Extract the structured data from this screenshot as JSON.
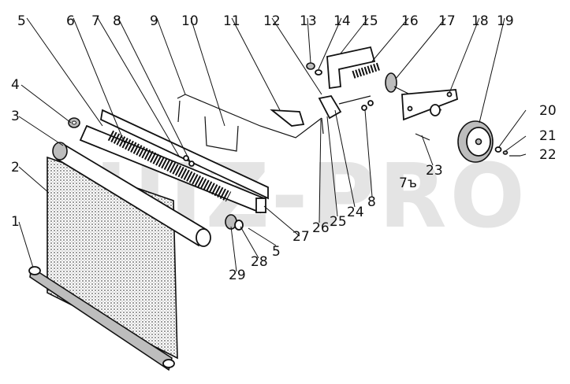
{
  "watermark": "UIZ-PRO",
  "callouts": {
    "c1": "1",
    "c2": "2",
    "c3": "3",
    "c4": "4",
    "c5a": "5",
    "c5b": "5",
    "c6": "6",
    "c7a": "7",
    "c7b": "7ъ",
    "c8a": "8",
    "c8b": "8",
    "c9": "9",
    "c10": "10",
    "c11": "11",
    "c12": "12",
    "c13": "13",
    "c14": "14",
    "c15": "15",
    "c16": "16",
    "c17": "17",
    "c18": "18",
    "c19": "19",
    "c20": "20",
    "c21": "21",
    "c22": "22",
    "c23": "23",
    "c24": "24",
    "c25": "25",
    "c26": "26",
    "c27": "27",
    "c28": "28",
    "c29": "29"
  }
}
